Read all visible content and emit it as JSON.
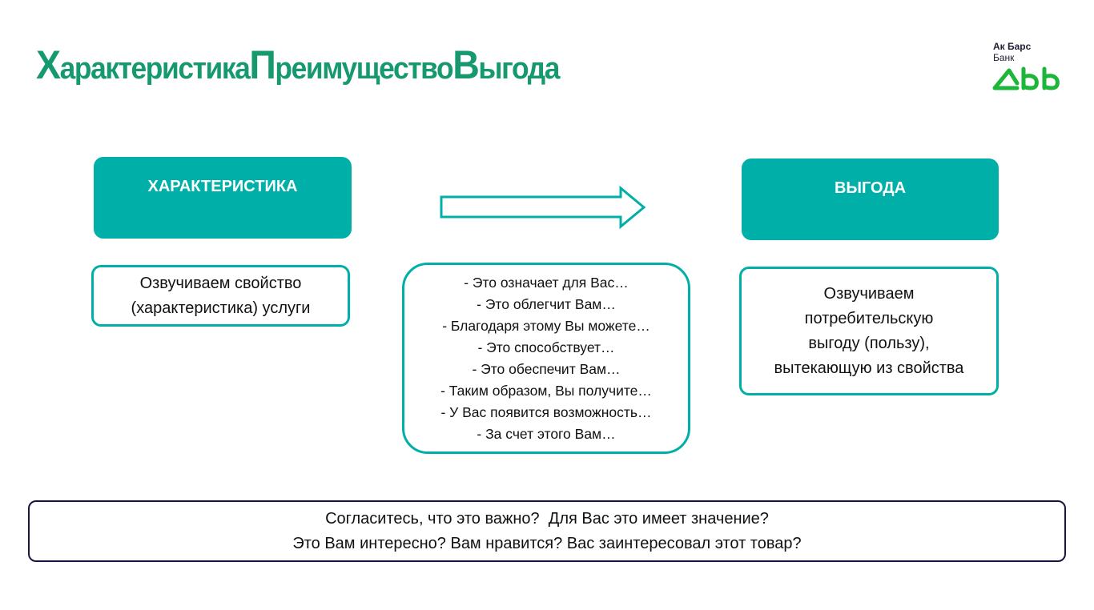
{
  "title": {
    "part1_initial": "Х",
    "part1_rest": "арактеристика",
    "part2_initial": "П",
    "part2_rest": "реимущество",
    "part3_initial": "В",
    "part3_rest": "ыгода"
  },
  "logo": {
    "line1": "Ак Барс",
    "line2": "Банк"
  },
  "feature_box": {
    "label": "ХАРАКТЕРИСТИКА",
    "description": "Озвучиваем свойство (характеристика) услуги"
  },
  "benefit_box": {
    "label": "ВЫГОДА",
    "description_lines": [
      "Озвучиваем",
      "потребительскую",
      "выгоду (пользу),",
      "вытекающую из свойства"
    ]
  },
  "bridge_phrases": [
    "- Это означает для Вас…",
    "- Это облегчит Вам…",
    "- Благодаря этому Вы можете…",
    "- Это способствует…",
    "- Это обеспечит Вам…",
    "- Таким образом, Вы получите…",
    "- У Вас появится возможность…",
    "- За счет этого Вам…"
  ],
  "closing_questions": [
    "Согласитесь, что это важно?  Для Вас это имеет значение?",
    "Это Вам интересно? Вам нравится? Вас заинтересовал этот товар?"
  ],
  "colors": {
    "teal": "#00b0a8",
    "title_green": "#17996f",
    "logo_green": "#1db53a",
    "navy": "#1e1240"
  }
}
